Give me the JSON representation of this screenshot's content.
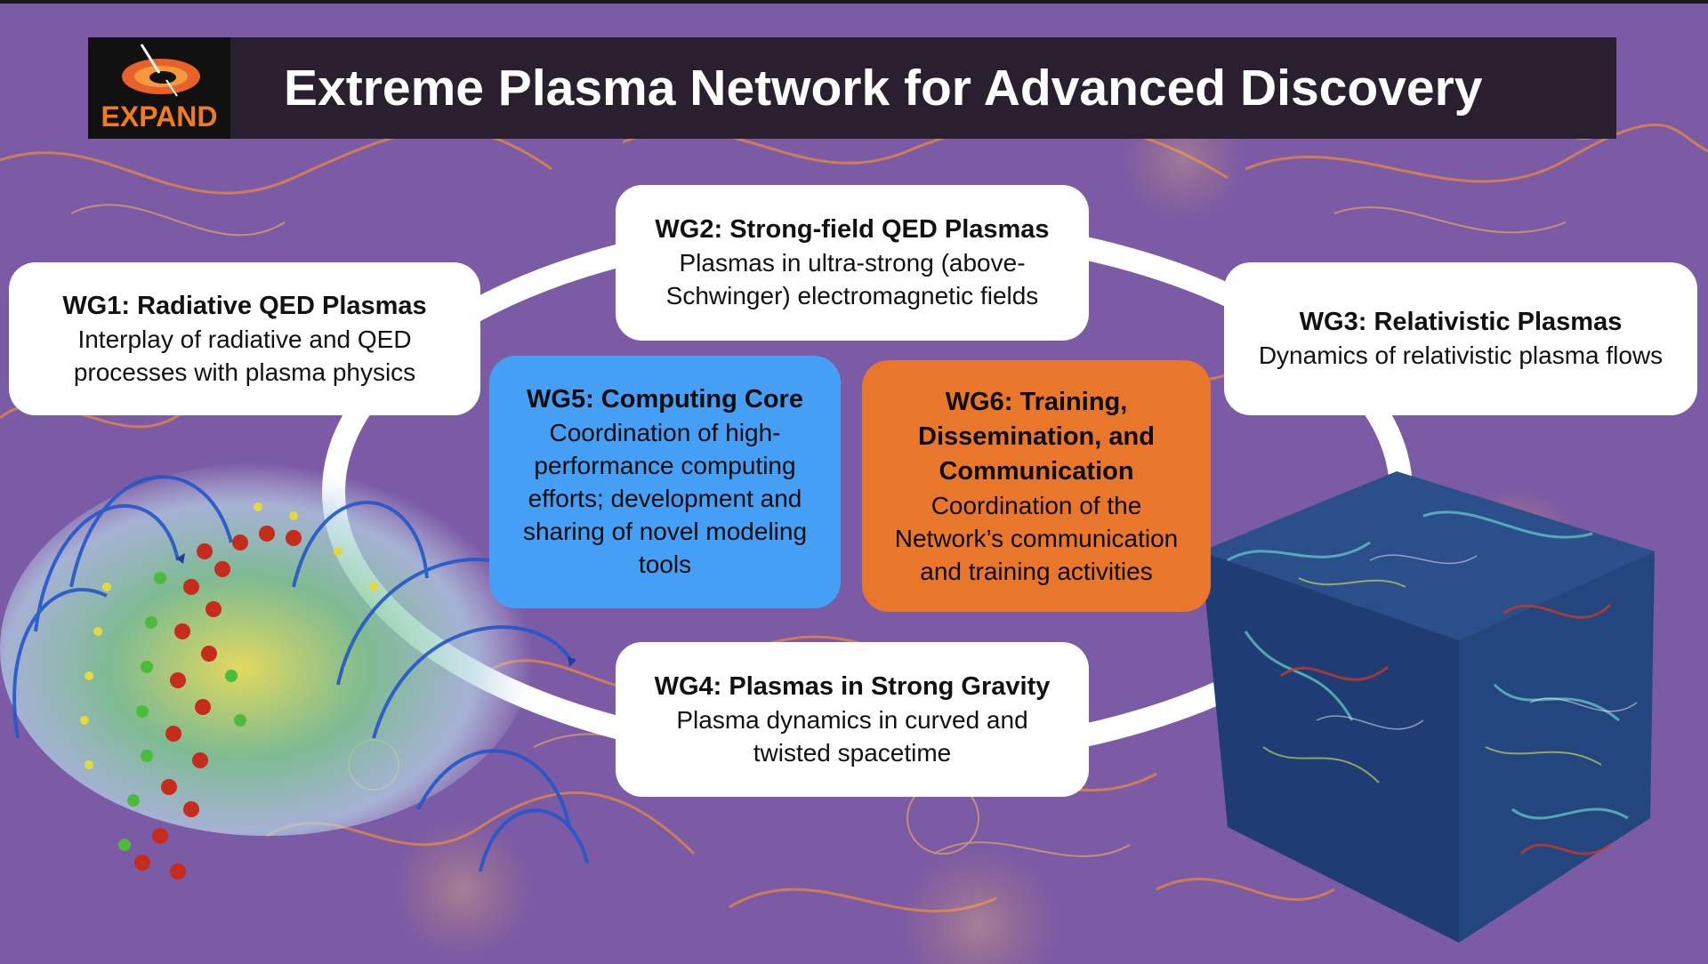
{
  "header": {
    "logo_text": "EXPAND",
    "title": "Extreme Plasma Network for Advanced Discovery"
  },
  "colors": {
    "background": "#7a5aa4",
    "title_bar": "#2a1f2e",
    "logo_orange": "#f07c22",
    "wg5_blue": "#459ff5",
    "wg6_orange": "#e8762b",
    "box_white": "#ffffff"
  },
  "groups": [
    {
      "id": "wg1",
      "title": "WG1: Radiative QED Plasmas",
      "lines": [
        "Interplay of radiative and QED",
        "processes with plasma physics"
      ]
    },
    {
      "id": "wg2",
      "title": "WG2: Strong-field QED Plasmas",
      "lines": [
        "Plasmas in ultra-strong (above-",
        "Schwinger) electromagnetic fields"
      ]
    },
    {
      "id": "wg3",
      "title": "WG3: Relativistic Plasmas",
      "lines": [
        "Dynamics of relativistic plasma flows"
      ]
    },
    {
      "id": "wg4",
      "title": "WG4: Plasmas in Strong Gravity",
      "lines": [
        "Plasma dynamics in curved and",
        "twisted spacetime"
      ]
    },
    {
      "id": "wg5",
      "title": "WG5: Computing Core",
      "lines": [
        "Coordination of high-",
        "performance computing",
        "efforts; development and",
        "sharing of novel modeling",
        "tools"
      ]
    },
    {
      "id": "wg6",
      "title_lines": [
        "WG6: Training,",
        "Dissemination, and",
        "Communication"
      ],
      "lines": [
        "Coordination of the",
        "Network’s communication",
        "and training activities"
      ]
    }
  ],
  "illustrations": {
    "left": "plasma-field-simulation-image",
    "right": "turbulence-cube-simulation-image"
  }
}
